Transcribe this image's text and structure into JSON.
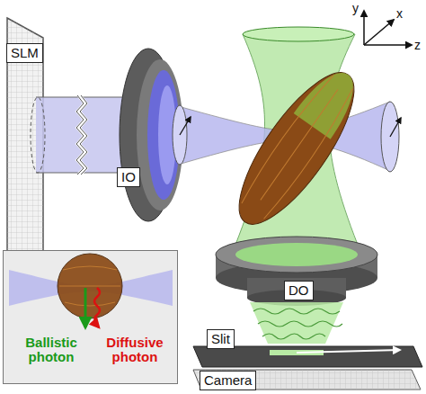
{
  "diagram": {
    "nodes": [
      {
        "text": [
          "SLM"
        ]
      },
      {
        "text": [
          "IO"
        ]
      },
      {
        "text": [
          "DO"
        ]
      },
      {
        "text": [
          "Slit"
        ]
      },
      {
        "text": [
          "Camera"
        ]
      },
      {
        "text": [
          "Ballistic photon",
          "Diffusive photon"
        ]
      }
    ],
    "labels": [
      "y",
      "x",
      "z"
    ]
  }
}
